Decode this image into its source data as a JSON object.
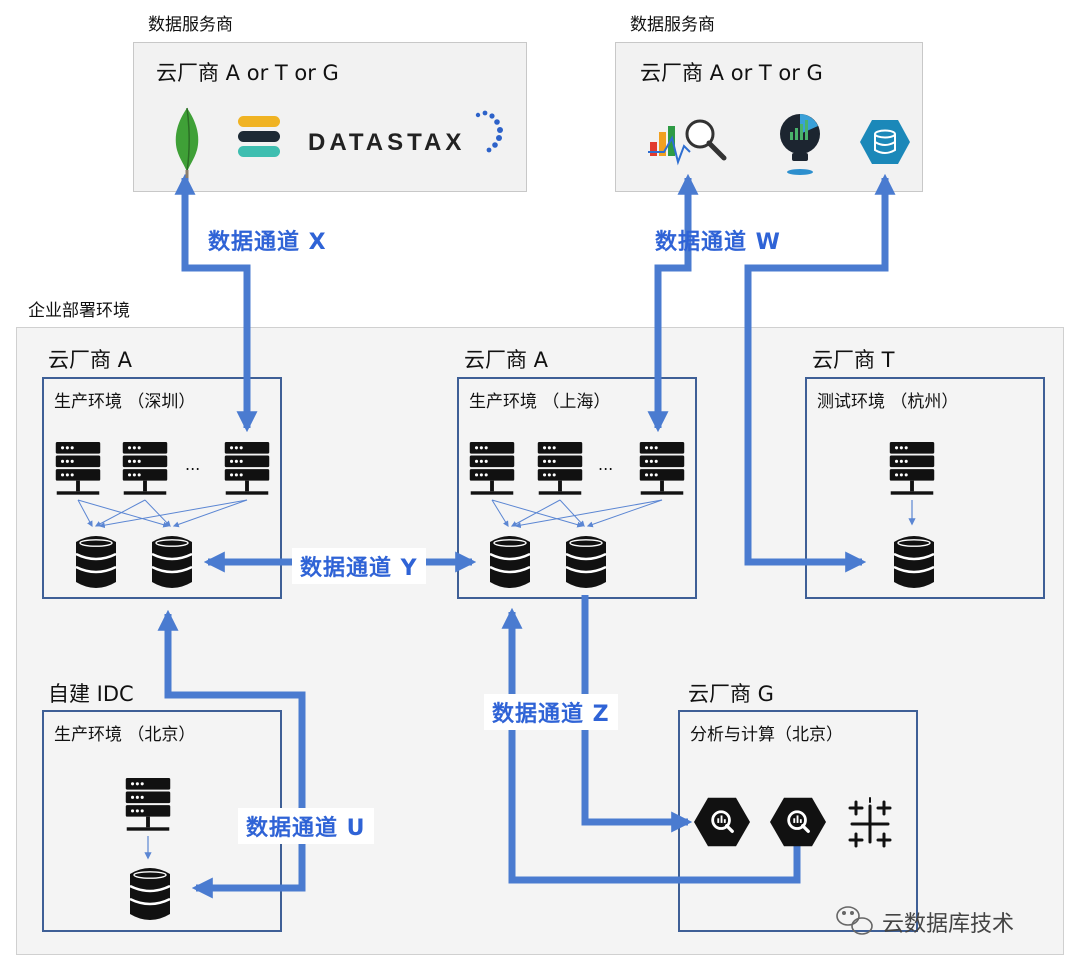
{
  "service_groups": {
    "left": {
      "caption": "数据服务商",
      "vendor": "云厂商 A or T or G",
      "datastax": "DATASTAX"
    },
    "right": {
      "caption": "数据服务商",
      "vendor": "云厂商 A or T or G"
    }
  },
  "enterprise": {
    "caption": "企业部署环境"
  },
  "regions": {
    "cloud_a_sz": {
      "vendor": "云厂商 A",
      "env": "生产环境 （深圳）"
    },
    "cloud_a_sh": {
      "vendor": "云厂商 A",
      "env": "生产环境 （上海）"
    },
    "cloud_t": {
      "vendor": "云厂商 T",
      "env": "测试环境 （杭州）"
    },
    "idc": {
      "vendor": "自建 IDC",
      "env": "生产环境 （北京）"
    },
    "cloud_g": {
      "vendor": "云厂商 G",
      "env": "分析与计算（北京）"
    }
  },
  "ellipsis": "...",
  "channels": {
    "x": "数据通道 X",
    "w": "数据通道 W",
    "y": "数据通道 Y",
    "z": "数据通道 Z",
    "u": "数据通道 U"
  },
  "watermark": "云数据库技术",
  "colors": {
    "arrow": "#4a7bd0",
    "label": "#2f63d6",
    "border": "#3e5f96"
  }
}
